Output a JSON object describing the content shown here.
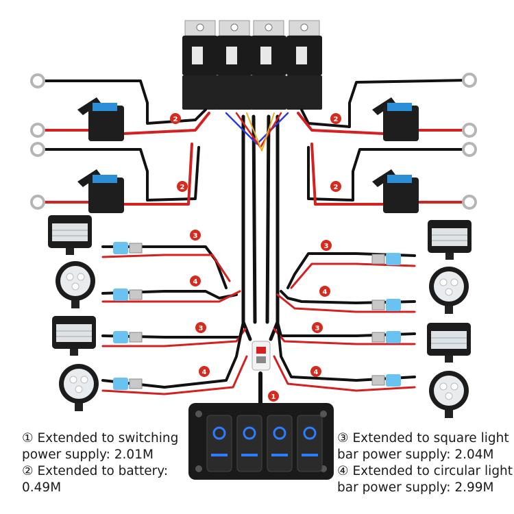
{
  "badges": {
    "switch_panel": "1",
    "battery": "2",
    "square_light": "3",
    "circular_light": "4"
  },
  "notes": {
    "left": [
      {
        "line1": "① Extended to switching",
        "line2": "power supply: 2.01M"
      },
      {
        "line1": "② Extended to battery:",
        "line2": "0.49M"
      }
    ],
    "right": [
      {
        "line1": "③ Extended to square light",
        "line2": "bar power supply: 2.04M"
      },
      {
        "line1": "④ Extended to circular light",
        "line2": "bar power supply: 2.99M"
      }
    ]
  },
  "colors": {
    "wire_black": "#111111",
    "wire_red": "#d42020",
    "badge_red": "#d62a1e",
    "fuse_blue": "#2a8fd6",
    "switch_glow": "#2f7dff",
    "connector_blue": "#6ac2f0"
  },
  "icons": [
    "relay-icon",
    "fuse-holder-icon",
    "ring-terminal-icon",
    "square-light-icon",
    "round-light-icon",
    "rocker-switch-icon"
  ]
}
